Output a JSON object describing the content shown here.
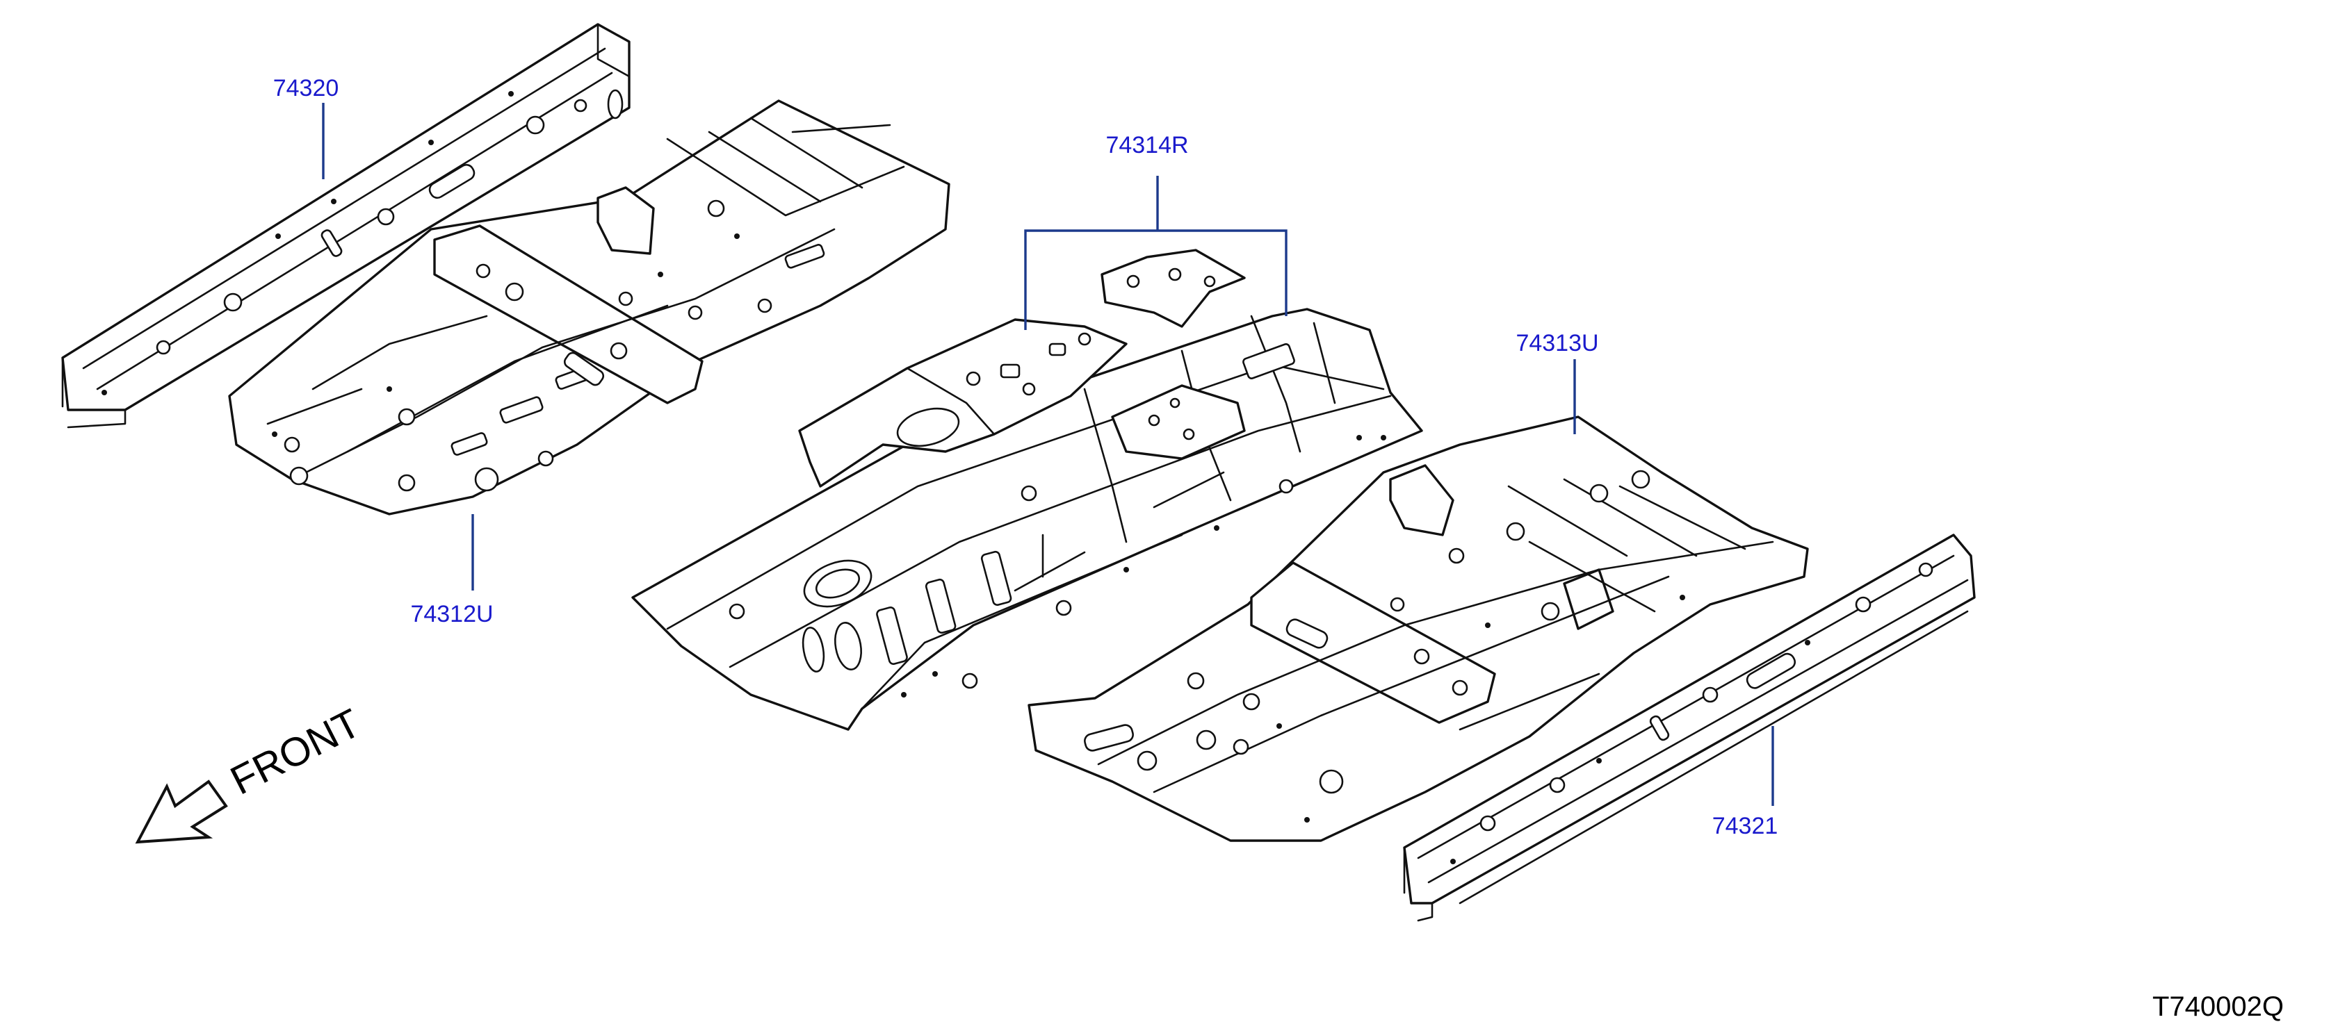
{
  "colors": {
    "callout": "#1a1acc",
    "line": "#111111",
    "leader": "#1c3a8c",
    "background": "#ffffff"
  },
  "callouts": {
    "side_sill_left": "74320",
    "front_floor_left": "74312U",
    "tunnel_bracket": "74314R",
    "front_floor_right": "74313U",
    "side_sill_right": "74321"
  },
  "direction": {
    "label": "FRONT",
    "icon": "arrow-down-left-icon"
  },
  "reference_code": "T740002Q"
}
